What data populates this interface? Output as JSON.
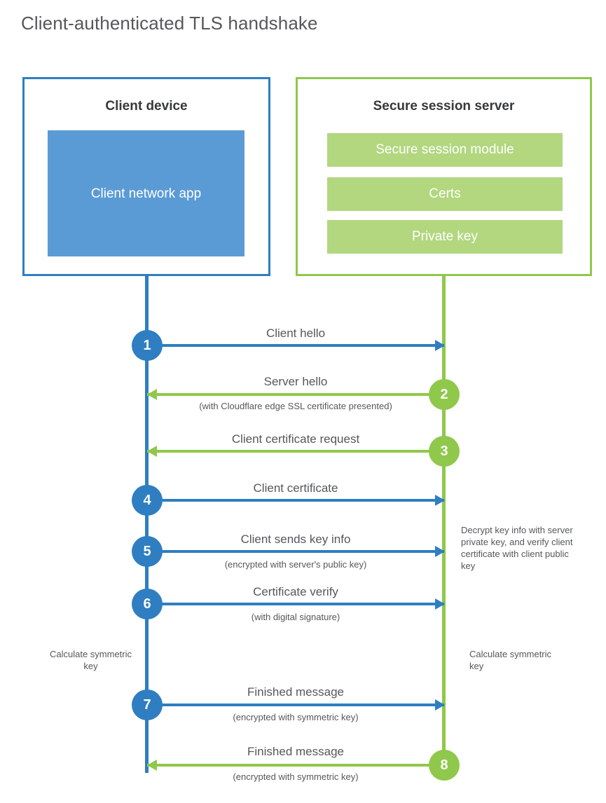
{
  "title": "Client-authenticated TLS handshake",
  "colors": {
    "client_blue": "#2f7ec1",
    "client_app_blue": "#5b9bd5",
    "server_green": "#8fc84b",
    "server_bar_green": "#b2d77f",
    "text_gray": "#555759",
    "heading_dark": "#36393b"
  },
  "client_box": {
    "title": "Client device",
    "app_label": "Client network app"
  },
  "server_box": {
    "title": "Secure session server",
    "bars": [
      "Secure session module",
      "Certs",
      "Private key"
    ]
  },
  "steps": [
    {
      "number": "1",
      "label": "Client hello",
      "sub": "",
      "direction": "client-to-server",
      "color": "blue"
    },
    {
      "number": "2",
      "label": "Server hello",
      "sub": "(with Cloudflare edge SSL certificate presented)",
      "direction": "server-to-client",
      "color": "green"
    },
    {
      "number": "3",
      "label": "Client certificate request",
      "sub": "",
      "direction": "server-to-client",
      "color": "green"
    },
    {
      "number": "4",
      "label": "Client certificate",
      "sub": "",
      "direction": "client-to-server",
      "color": "blue"
    },
    {
      "number": "5",
      "label": "Client sends key info",
      "sub": "(encrypted with server's public key)",
      "direction": "client-to-server",
      "color": "blue"
    },
    {
      "number": "6",
      "label": "Certificate verify",
      "sub": "(with digital signature)",
      "direction": "client-to-server",
      "color": "blue"
    },
    {
      "number": "7",
      "label": "Finished message",
      "sub": "(encrypted with symmetric key)",
      "direction": "client-to-server",
      "color": "blue"
    },
    {
      "number": "8",
      "label": "Finished message",
      "sub": "(encrypted with symmetric key)",
      "direction": "server-to-client",
      "color": "green"
    }
  ],
  "annotations": {
    "server_decrypt": "Decrypt key info with server private key, and verify client certificate with client public key",
    "client_calculate": "Calculate symmetric key",
    "server_calculate": "Calculate symmetric key"
  }
}
